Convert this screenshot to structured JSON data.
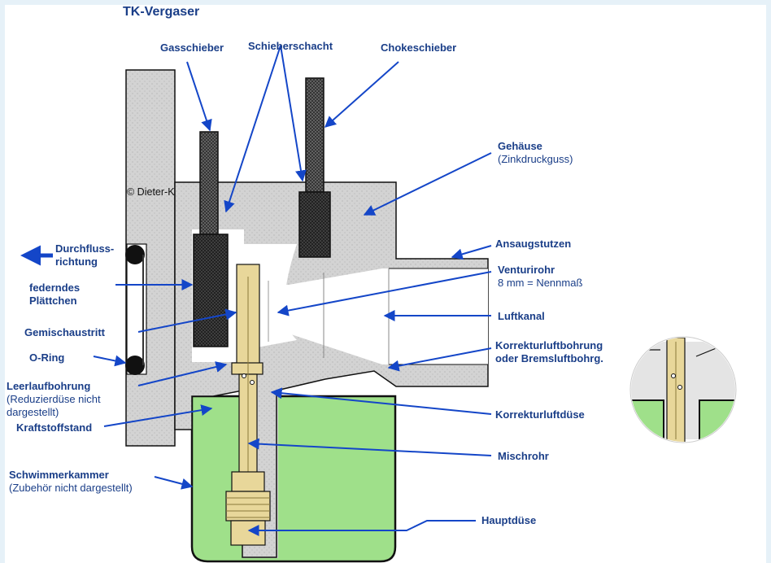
{
  "title": "TK-Vergaser",
  "copyright": "© Dieter-K",
  "colors": {
    "label": "#1a3e88",
    "arrow": "#1446c8",
    "housing": "#d3d3d3",
    "fuel": "#9fe08a",
    "tube": "#e8d79a",
    "background": "#e6f1f8"
  },
  "labels": {
    "gasschieber": "Gasschieber",
    "schieberschacht": "Schieberschacht",
    "chokeschieber": "Chokeschieber",
    "gehaeuse": "Gehäuse",
    "gehaeuse_sub": "(Zinkdruckguss)",
    "ansaugstutzen": "Ansaugstutzen",
    "venturirohr": "Venturirohr",
    "venturirohr_sub": "8 mm = Nennmaß",
    "luftkanal": "Luftkanal",
    "korrekturluftbohrung_1": "Korrekturluftbohrung",
    "korrekturluftbohrung_2": "oder Bremsluftbohrg.",
    "korrekturluftduese": "Korrekturluftdüse",
    "mischrohr": "Mischrohr",
    "hauptduese": "Hauptdüse",
    "durchfluss_1": "Durchfluss-",
    "durchfluss_2": "richtung",
    "federndes_1": "federndes",
    "federndes_2": "Plättchen",
    "gemischaustritt": "Gemischaustritt",
    "oring": "O-Ring",
    "leerlaufbohrung": "Leerlaufbohrung",
    "leerlaufbohrung_sub1": "(Reduzierdüse nicht",
    "leerlaufbohrung_sub2": "dargestellt)",
    "kraftstoffstand": "Kraftstoffstand",
    "schwimmerkammer": "Schwimmerkammer",
    "schwimmerkammer_sub": "(Zubehör nicht dargestellt)"
  }
}
